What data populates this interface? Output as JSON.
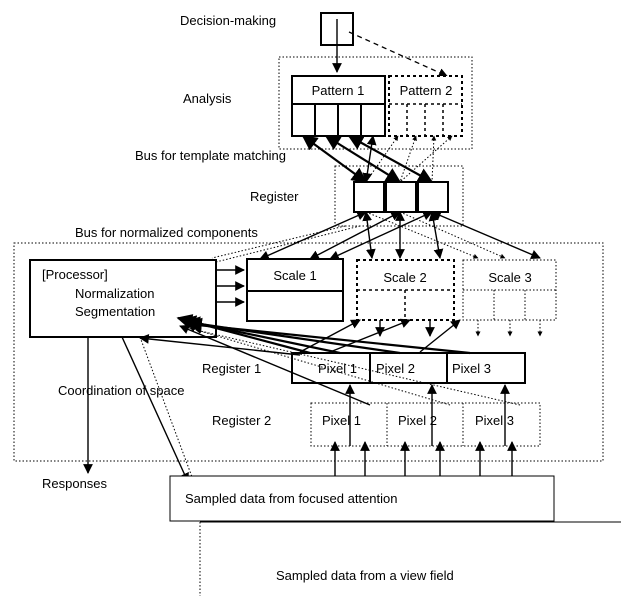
{
  "labels": {
    "decision_making": "Decision-making",
    "analysis": "Analysis",
    "bus_template_matching": "Bus for template matching",
    "register": "Register",
    "bus_normalized_components": "Bus for normalized components",
    "coordination_of_space": "Coordination of space",
    "register_1": "Register 1",
    "register_2": "Register 2",
    "responses": "Responses"
  },
  "patterns": [
    "Pattern 1",
    "Pattern 2"
  ],
  "processor": {
    "title": "[Processor]",
    "line1": "Normalization",
    "line2": "Segmentation"
  },
  "scales": [
    "Scale 1",
    "Scale 2",
    "Scale 3"
  ],
  "register1_pixels": [
    "Pixel 1",
    "Pixel 2",
    "Pixel 3"
  ],
  "register2_pixels": [
    "Pixel 1",
    "Pixel 2",
    "Pixel 3"
  ],
  "sampled": {
    "focused": "Sampled data from focused attention",
    "view_field": "Sampled data from a view field"
  }
}
